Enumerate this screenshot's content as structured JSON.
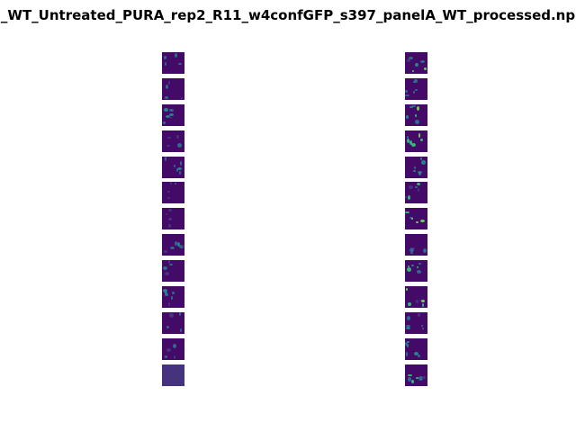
{
  "figure": {
    "title": "_WT_Untreated_PURA_rep2_R11_w4confGFP_s397_panelA_WT_processed.np"
  },
  "colormap": {
    "name": "viridis",
    "background": "#440a68",
    "dim": "#46337e",
    "mid": "#31688e",
    "teal": "#26828e",
    "bright": "#35b779",
    "hot": "#6ece58"
  },
  "panels": [
    {
      "name": "left-column",
      "tile_count": 13,
      "tiles": [
        {
          "index": 1,
          "brightness": "low",
          "last_uniform": false
        },
        {
          "index": 2,
          "brightness": "low",
          "last_uniform": false
        },
        {
          "index": 3,
          "brightness": "medium",
          "last_uniform": false
        },
        {
          "index": 4,
          "brightness": "low",
          "last_uniform": false
        },
        {
          "index": 5,
          "brightness": "medium",
          "last_uniform": false
        },
        {
          "index": 6,
          "brightness": "low",
          "last_uniform": false
        },
        {
          "index": 7,
          "brightness": "low",
          "last_uniform": false
        },
        {
          "index": 8,
          "brightness": "medium",
          "last_uniform": false
        },
        {
          "index": 9,
          "brightness": "low",
          "last_uniform": false
        },
        {
          "index": 10,
          "brightness": "medium",
          "last_uniform": false
        },
        {
          "index": 11,
          "brightness": "low",
          "last_uniform": false
        },
        {
          "index": 12,
          "brightness": "low",
          "last_uniform": false
        },
        {
          "index": 13,
          "brightness": "flat",
          "last_uniform": true
        }
      ]
    },
    {
      "name": "right-column",
      "tile_count": 13,
      "tiles": [
        {
          "index": 1,
          "brightness": "bright",
          "last_uniform": false
        },
        {
          "index": 2,
          "brightness": "medium",
          "last_uniform": false
        },
        {
          "index": 3,
          "brightness": "bright",
          "last_uniform": false
        },
        {
          "index": 4,
          "brightness": "bright",
          "last_uniform": false
        },
        {
          "index": 5,
          "brightness": "medium",
          "last_uniform": false
        },
        {
          "index": 6,
          "brightness": "bright",
          "last_uniform": false
        },
        {
          "index": 7,
          "brightness": "bright",
          "last_uniform": false
        },
        {
          "index": 8,
          "brightness": "medium",
          "last_uniform": false
        },
        {
          "index": 9,
          "brightness": "bright",
          "last_uniform": false
        },
        {
          "index": 10,
          "brightness": "bright",
          "last_uniform": false
        },
        {
          "index": 11,
          "brightness": "medium",
          "last_uniform": false
        },
        {
          "index": 12,
          "brightness": "medium",
          "last_uniform": false
        },
        {
          "index": 13,
          "brightness": "bright",
          "last_uniform": false
        }
      ]
    }
  ]
}
